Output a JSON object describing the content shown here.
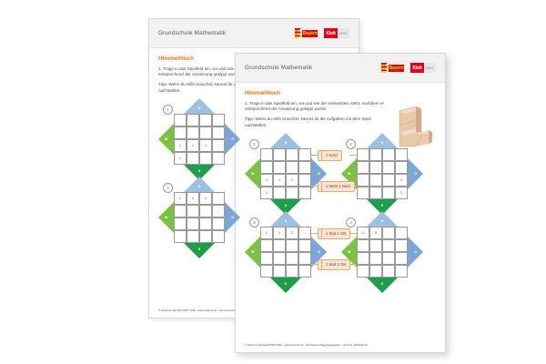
{
  "document": {
    "header_title": "Grundschule Mathematik",
    "worksheet_title": "HimmelHoch",
    "task_number": "1.",
    "task_text": "Trage in das Spielfeld ein, wo und wie der Winkelstein steht, nachdem er entsprechend der Anweisung gekippt wurde.",
    "tip_text": "Tipp: Wenn du Hilfe brauchst, kannst du die Aufgaben mit dem Spiel nachstellen.",
    "footer": "© Duzyma und Klett MINT 2019 · www.duzyma.de · Als Kopiervorlage freigegeben · duzyma_Winkelhoch"
  },
  "logos": {
    "bayern_label": "Bayern",
    "klett_red": "Klett",
    "klett_gray": "MINT"
  },
  "compass": {
    "north": "N",
    "south": "S",
    "west": "W",
    "east": "O"
  },
  "colors": {
    "accent_orange": "#e8761e",
    "north_blue": "#9cc0e4",
    "east_blue": "#7ba7d7",
    "west_green": "#7cc242",
    "south_green": "#1e9e4a",
    "callout_fill": "#fbe4d0",
    "callout_border": "#e8a878",
    "brand_red": "#e2001a",
    "brand_yellow": "#ffcc00"
  },
  "exercises": [
    {
      "number": "1",
      "callout_top": "1 Nord",
      "callout_bottom": "1 West 1 Nord",
      "cells": [
        "",
        "",
        "",
        "",
        "",
        "",
        "",
        "",
        "1",
        "1",
        "1",
        "",
        "1",
        "",
        "",
        ""
      ]
    },
    {
      "number": "2",
      "callout_top": "1 Nord",
      "callout_bottom": "1 West 1 Nord",
      "cells": [
        "",
        "",
        "",
        "",
        "",
        "",
        "",
        "",
        "",
        "",
        "",
        "2",
        "",
        "",
        "",
        "1"
      ]
    },
    {
      "number": "3",
      "callout_top": "1 Süd 1 Ost",
      "callout_bottom": "1 Süd 1 Ost",
      "cells": [
        "1",
        "1",
        "2",
        "",
        "",
        "",
        "",
        "",
        "",
        "",
        "",
        "",
        "",
        "",
        "",
        ""
      ]
    },
    {
      "number": "4",
      "callout_top": "1 Süd 1 Ost",
      "callout_bottom": "1 Süd 1 Ost",
      "cells": [
        "1",
        "3",
        "",
        "",
        "",
        "",
        "",
        "",
        "",
        "",
        "",
        "",
        "",
        "",
        "",
        ""
      ]
    }
  ],
  "back_exercises": [
    {
      "number": "1",
      "cells": [
        "",
        "",
        "",
        "",
        "",
        "",
        "",
        "",
        "1",
        "1",
        "1",
        "",
        "1",
        "",
        "",
        ""
      ]
    },
    {
      "number": "2",
      "cells": [
        "1",
        "1",
        "2",
        "",
        "",
        "",
        "",
        "",
        "",
        "",
        "",
        "",
        "",
        "",
        "",
        ""
      ]
    }
  ]
}
